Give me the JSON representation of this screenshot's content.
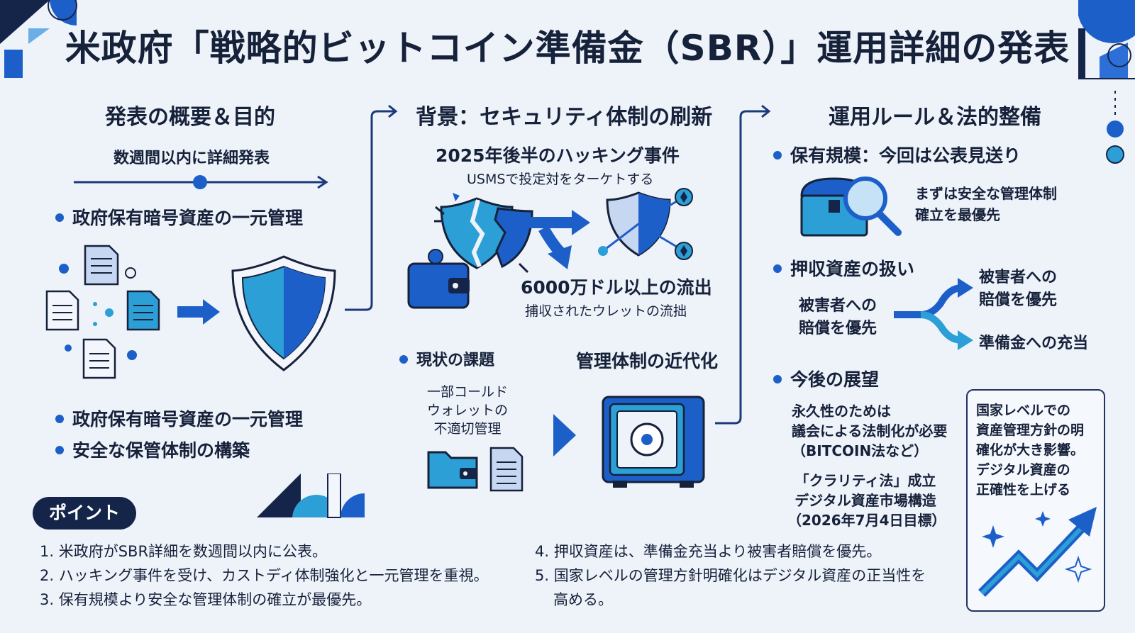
{
  "title": "米政府「戦略的ビットコイン準備金（SBR）」運用詳細の発表",
  "col1": {
    "heading": "発表の概要＆目的",
    "timeline_label": "数週間以内に詳細発表",
    "bullet_top": "政府保有暗号資産の一元管理",
    "bullets": [
      "政府保有暗号資産の一元管理",
      "安全な保管体制の構築"
    ]
  },
  "col2": {
    "heading": "背景：セキュリティ体制の刷新",
    "incident_title": "2025年後半のハッキング事件",
    "incident_sub": "USMSで投定対をターケトする",
    "loss_title": "6000万ドル以上の流出",
    "loss_sub": "捕収されたウレットの流拙",
    "issue_label": "現状の課題",
    "issue_desc": [
      "一部コールド",
      "ウォレットの",
      "不適切管理"
    ],
    "modern_label": "管理体制の近代化"
  },
  "col3": {
    "heading": "運用ルール＆法的整備",
    "scale_label": "保有規模：今回は公表見送り",
    "scale_desc": [
      "まずは安全な管理体制",
      "確立を最優先"
    ],
    "seized_label": "押収資産の扱い",
    "seized_source": [
      "被害者への",
      "賠償を優先"
    ],
    "seized_branch_top": [
      "被害者への",
      "賠償を優先"
    ],
    "seized_branch_bottom": "準備金への充当",
    "outlook_label": "今後の展望",
    "outlook_desc": [
      "永久性のためは",
      "議会による法制化が必要",
      "（BITCOIN法など）"
    ],
    "clarity_desc": [
      "「クラリティ法」成立",
      "デジタル資産市場構造",
      "（2026年7月4日目標）"
    ],
    "box_text": [
      "国家レベルでの",
      "資産管理方針の明",
      "確化が大き影響。",
      "デジタル資産の",
      "正確性を上げる"
    ]
  },
  "points": {
    "label": "ポイント",
    "items": [
      "1. 米政府がSBR詳細を数週間以内に公表。",
      "2. ハッキング事件を受け、カストディ体制強化と一元管理を重視。",
      "3. 保有規模より安全な管理体制の確立が最優先。",
      "4. 押収資産は、準備金充当より被害者賠償を優先。",
      "5. 国家レベルの管理方針明確化はデジタル資産の正当性を",
      "高める。"
    ]
  },
  "colors": {
    "navy": "#16213a",
    "blue": "#1d5fc9",
    "sky": "#2d8fd6",
    "accent": "#0f63c4"
  },
  "icons": [
    "document-icon",
    "shield-icon",
    "broken-shield-icon",
    "wallet-icon",
    "ethereum-icon",
    "magnifier-icon",
    "treasure-chest-icon",
    "safe-icon",
    "growth-arrow-icon",
    "sparkle-icon"
  ]
}
